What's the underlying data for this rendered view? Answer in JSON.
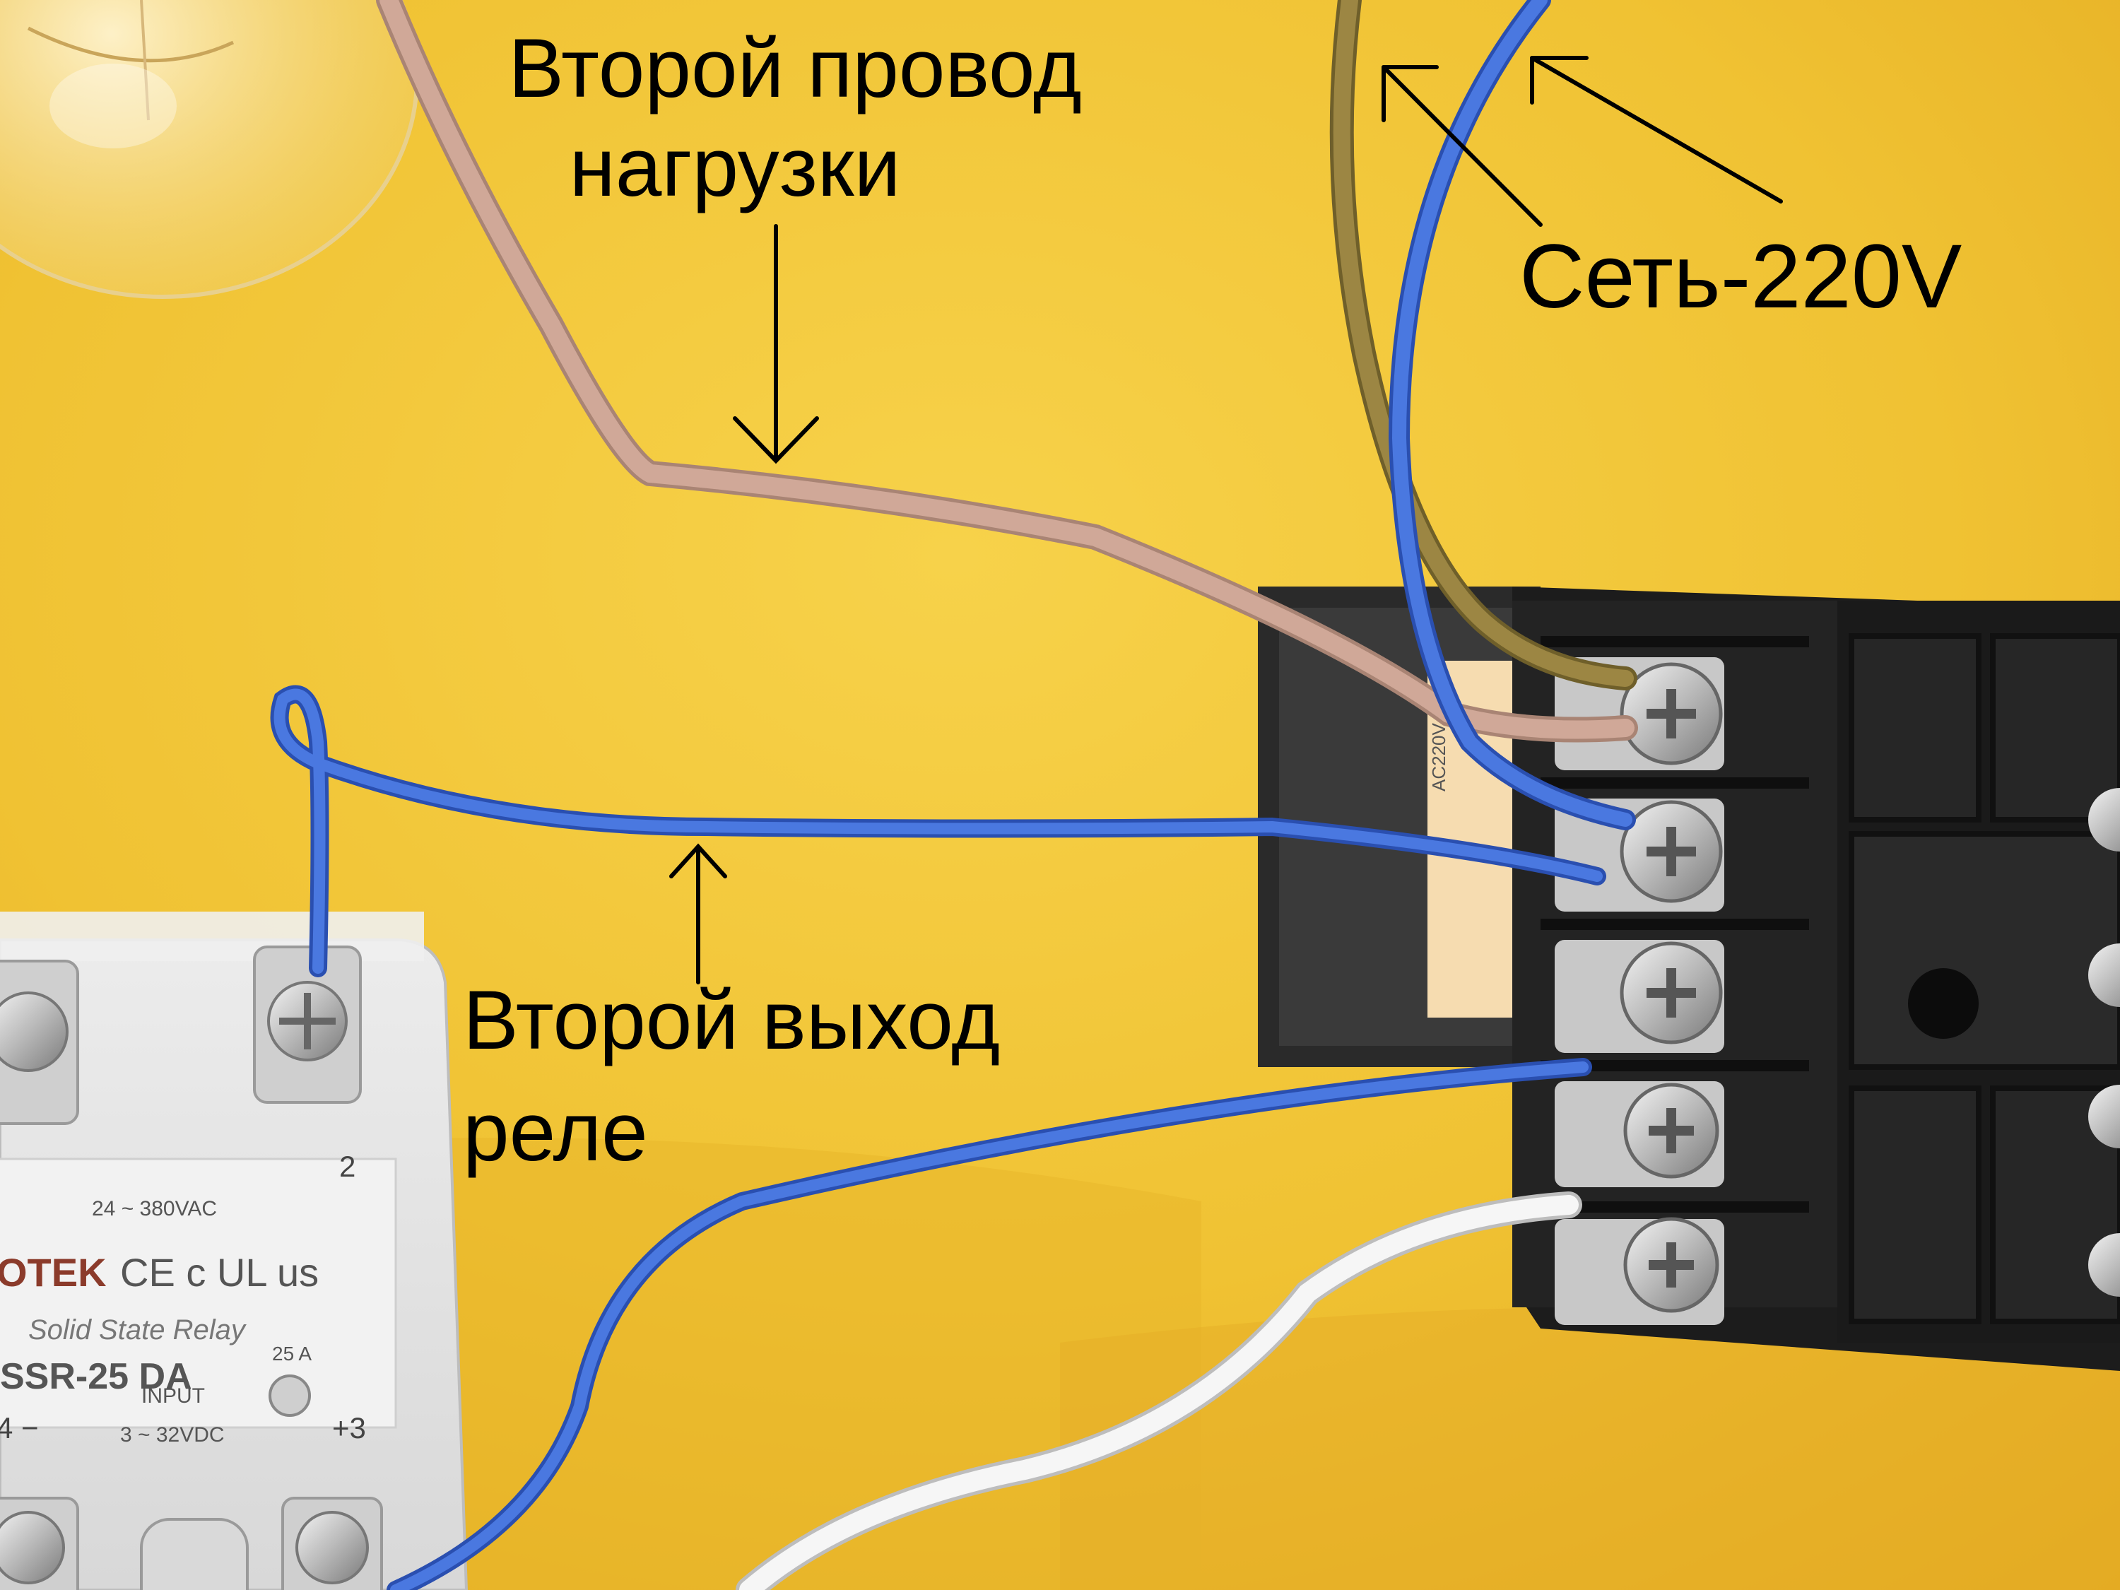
{
  "annotations": {
    "load_wire": [
      "Второй провод",
      "нагрузки"
    ],
    "mains": "Сеть-220V",
    "relay_output": [
      "Второй выход",
      "реле"
    ]
  },
  "relay_module": {
    "brand": "OTEK",
    "marks": "CE c UL us",
    "type": "Solid State Relay",
    "model": "SSR-25 DA",
    "voltage_rating": "24 ~ 380VAC",
    "current_rating": "25 A",
    "input_label": "INPUT",
    "input_range": "3 ~ 32VDC",
    "terminal_2": "2",
    "terminal_3": "+3",
    "terminal_4": "4 −"
  },
  "controller_label": {
    "supply": "AC220V"
  },
  "colors": {
    "background": "#f2c63a",
    "blue_wire": "#3c66d6",
    "tan_wire": "#caa08f",
    "brown_wire": "#8f7a3c",
    "white_wire": "#f4f4f4",
    "terminal_block": "#1c1c1c",
    "annotation_text": "#000000"
  }
}
